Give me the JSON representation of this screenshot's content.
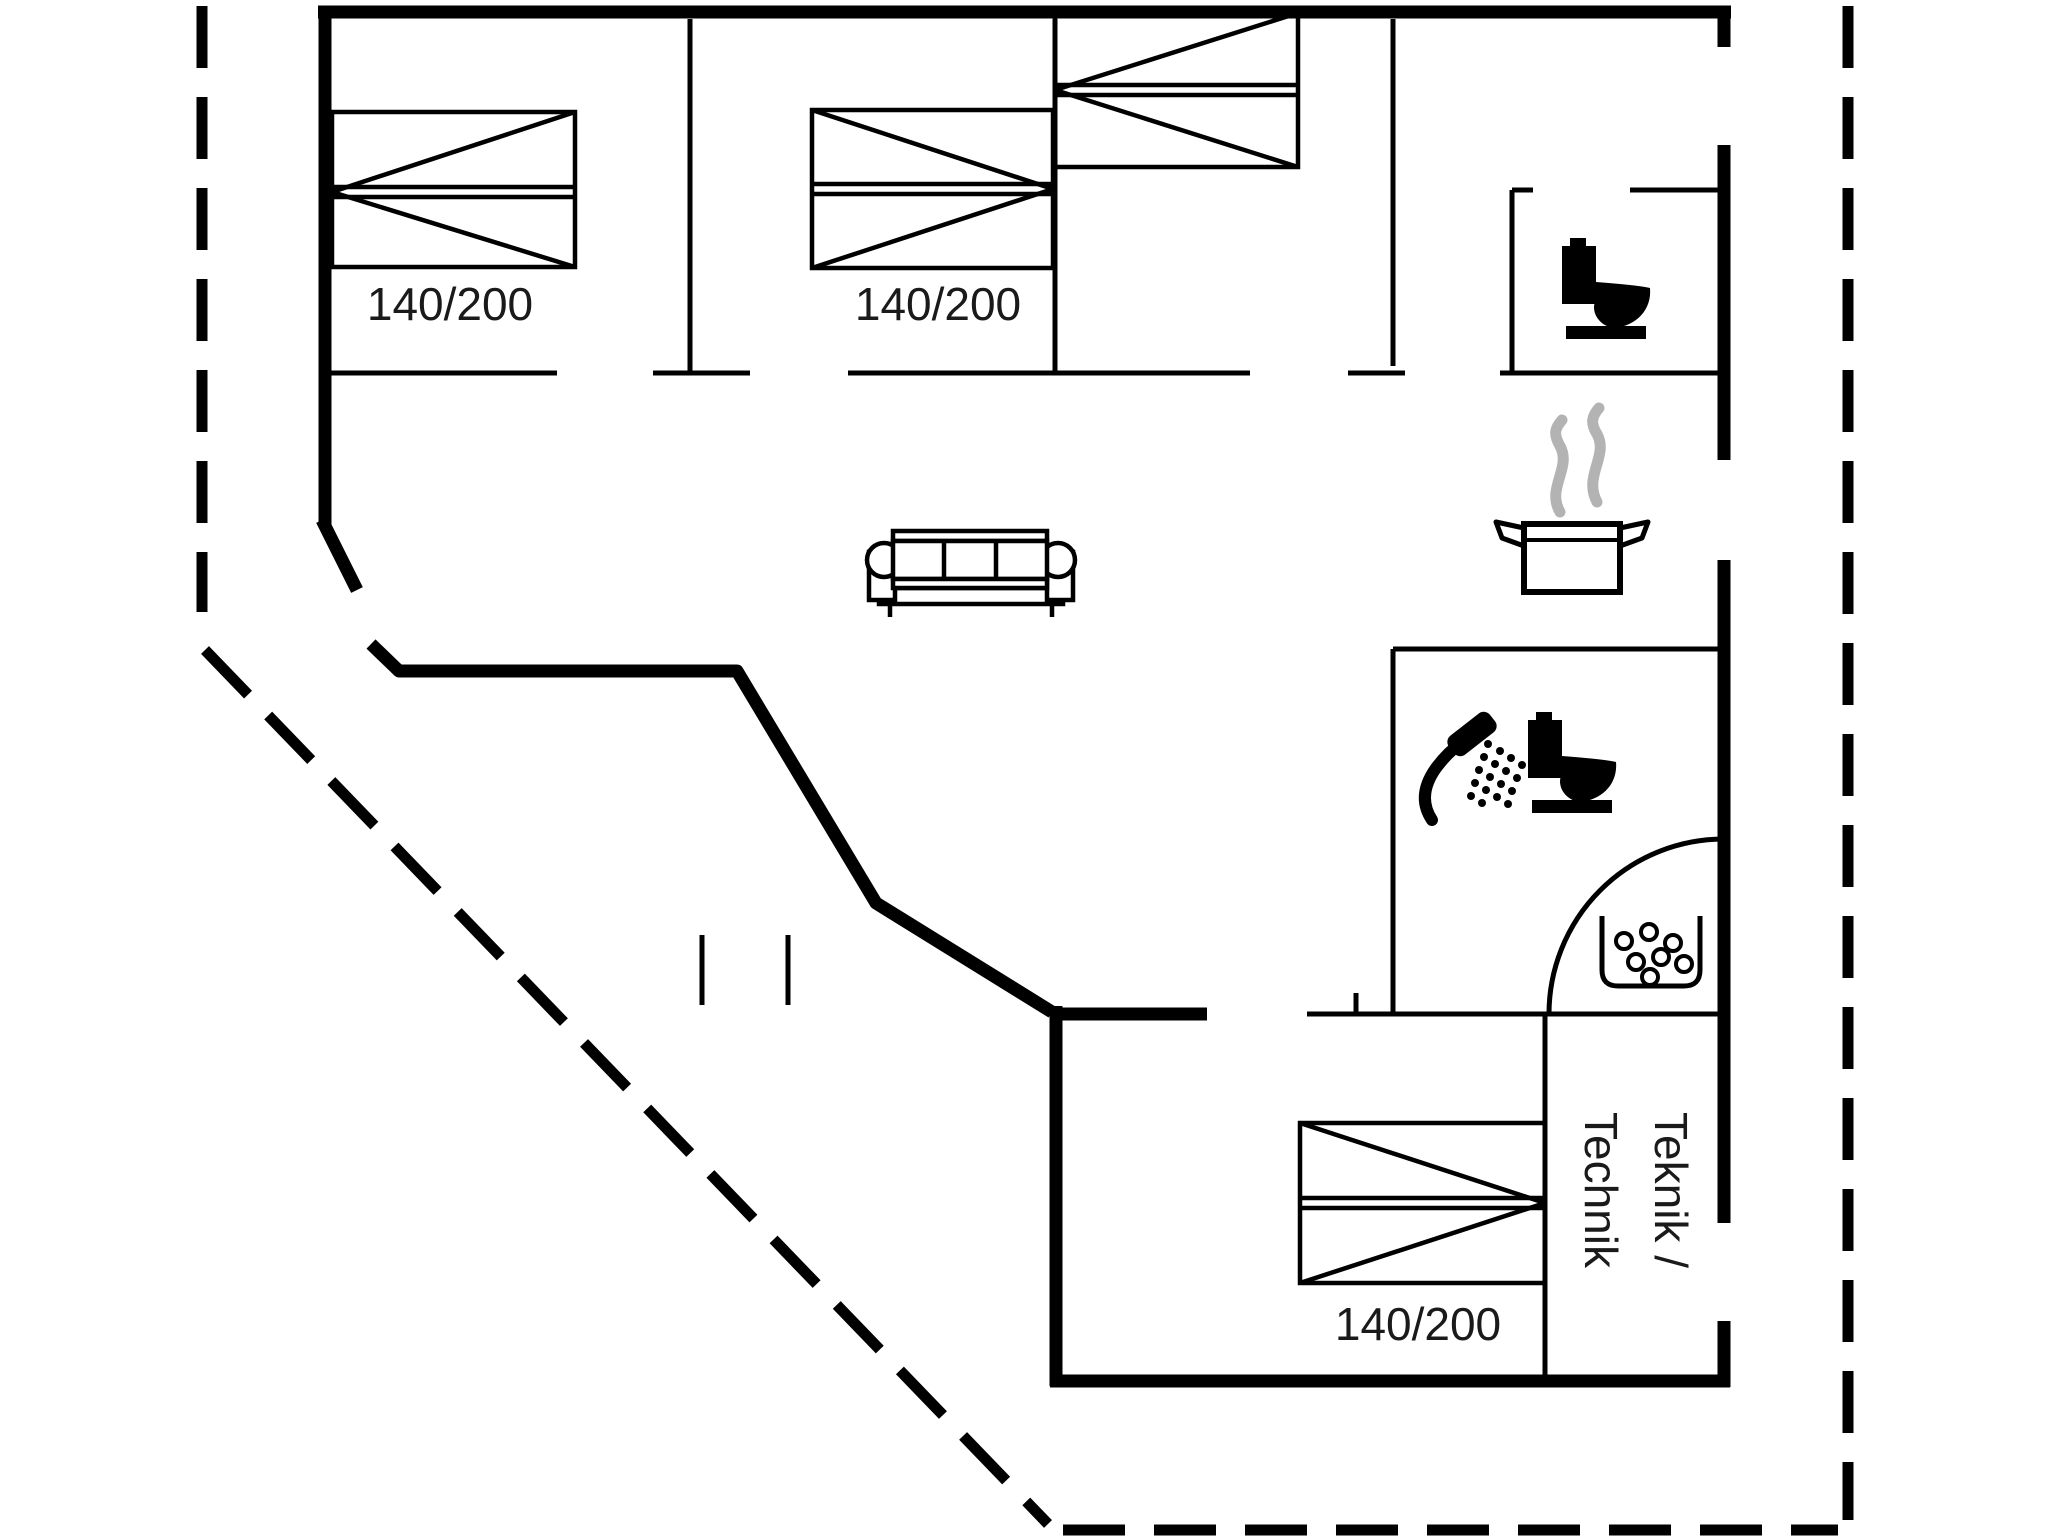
{
  "plan": {
    "background": "#ffffff",
    "wall_color": "#000000",
    "steam_color": "#b3b3b3",
    "text_color": "#1a1a1a",
    "labels": {
      "bed1_size": "140/200",
      "bed2_size": "140/200",
      "bed4_size": "140/200",
      "technik_line1": "Teknik /",
      "technik_line2": "Technik"
    },
    "icons": {
      "toilet_top": "toilet-icon",
      "toilet_bath": "toilet-icon",
      "shower": "shower-icon",
      "pot": "cooking-pot-icon",
      "steam": "steam-icon",
      "sofa": "sofa-icon",
      "washer": "washing-machine-icon",
      "door": "door-swing-arc",
      "beds": "double-bed-icon"
    }
  }
}
